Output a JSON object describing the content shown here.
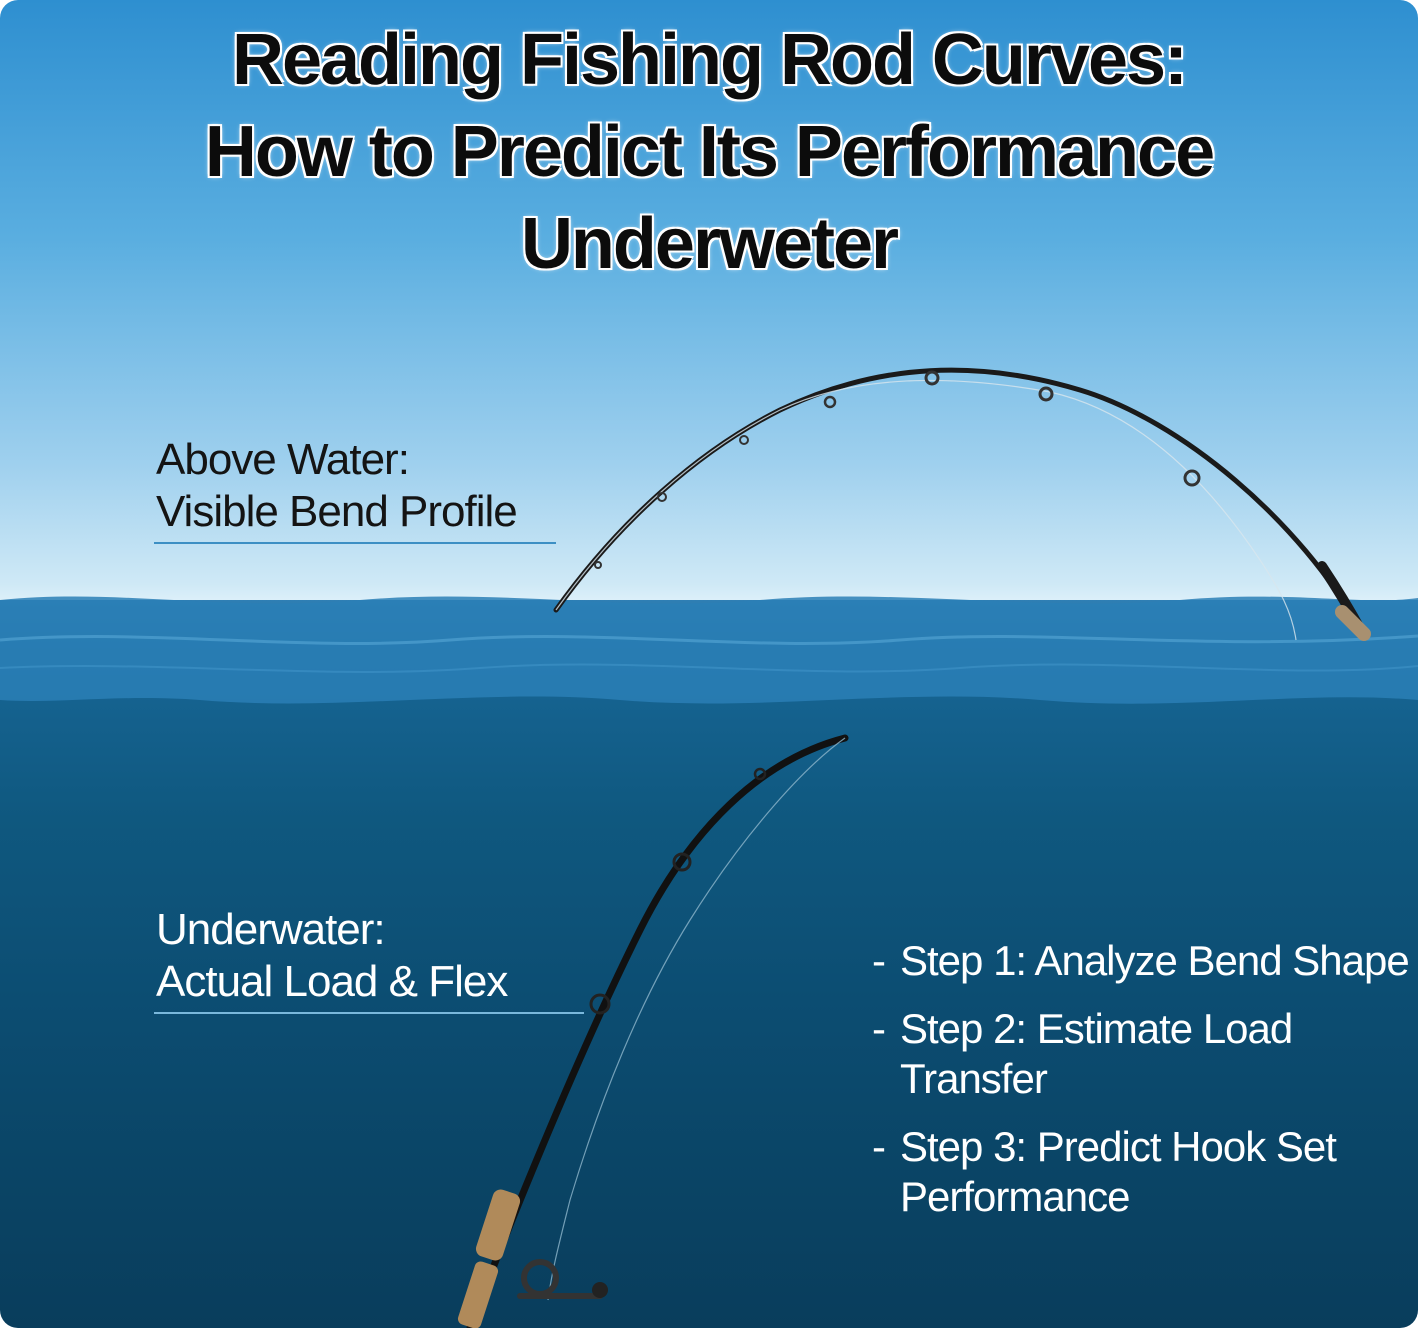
{
  "title": {
    "line1": "Reading Fishing Rod Curves:",
    "line2": "How to Predict Its Performance",
    "line3": "Underweter"
  },
  "labels": {
    "above": {
      "line1": "Above Water:",
      "line2": "Visible Bend Profile"
    },
    "under": {
      "line1": "Underwater:",
      "line2": "Actual Load & Flex"
    }
  },
  "steps": [
    {
      "dash": "-",
      "line1": "Step 1: Analyze Bend Shape",
      "line2": ""
    },
    {
      "dash": "-",
      "line1": "Step 2: Estimate Load",
      "line2": "Transfer"
    },
    {
      "dash": "-",
      "line1": "Step 3: Predict Hook Set",
      "line2": "Performance"
    }
  ],
  "colors": {
    "sky": "#5aaee0",
    "water": "#0f587f",
    "rod": "#1a1a1a",
    "grip": "#b08a5a"
  }
}
